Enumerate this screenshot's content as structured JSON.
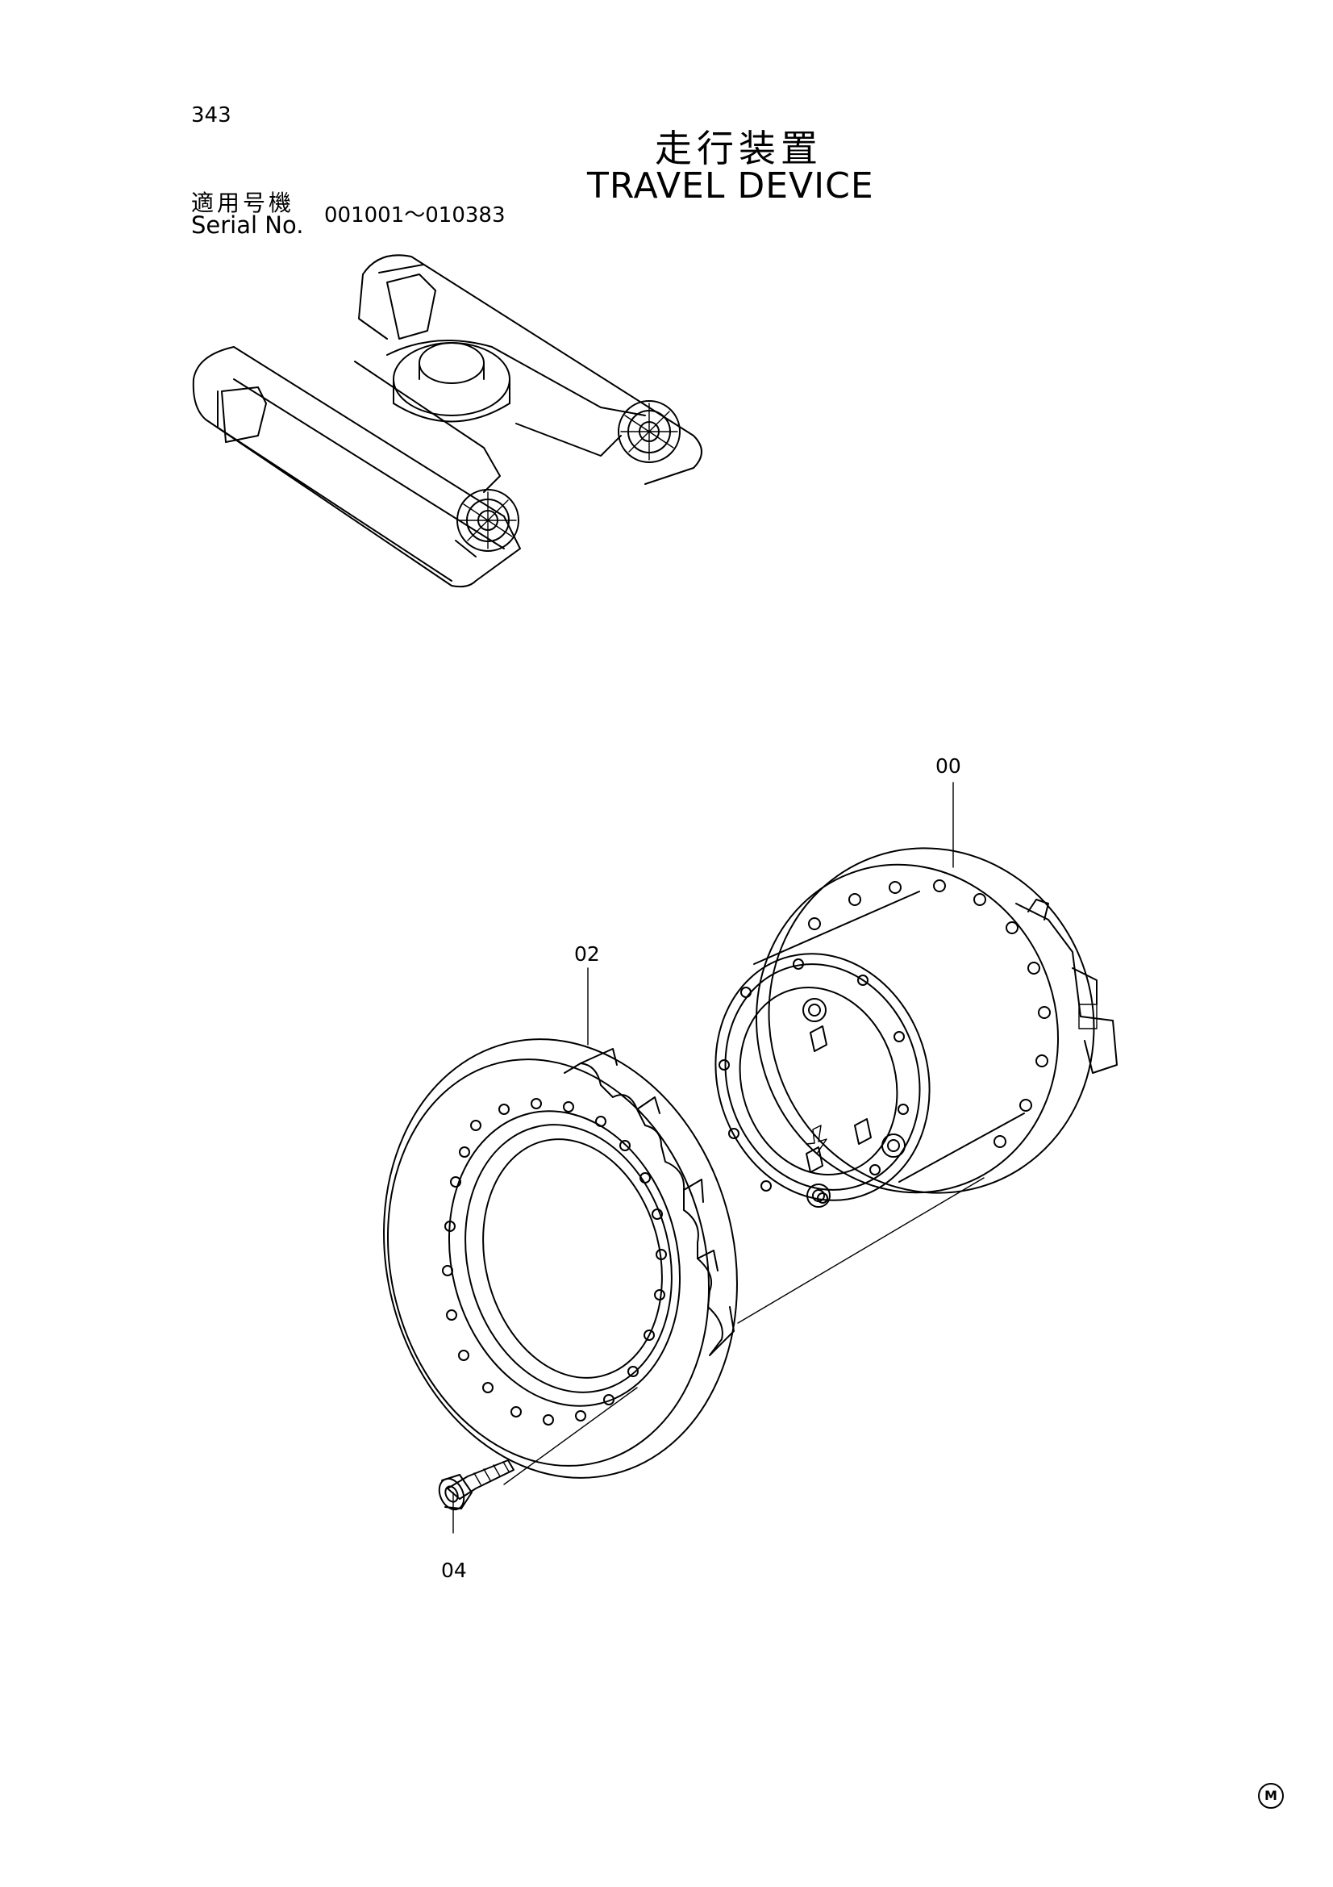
{
  "page": {
    "number": "343",
    "title_jp": "走行装置",
    "title_en": "TRAVEL DEVICE"
  },
  "serial": {
    "label_jp": "適用号機",
    "label_en": "Serial No.",
    "range": "001001～010383"
  },
  "callouts": [
    {
      "id": "00",
      "label": "00"
    },
    {
      "id": "02",
      "label": "02"
    },
    {
      "id": "04",
      "label": "04"
    }
  ],
  "marks": {
    "corner_symbol": "M"
  },
  "icons": {
    "undercarriage": "undercarriage-illustration-icon",
    "travel_motor": "travel-motor-icon",
    "sprocket": "sprocket-icon",
    "bolt": "bolt-icon"
  }
}
